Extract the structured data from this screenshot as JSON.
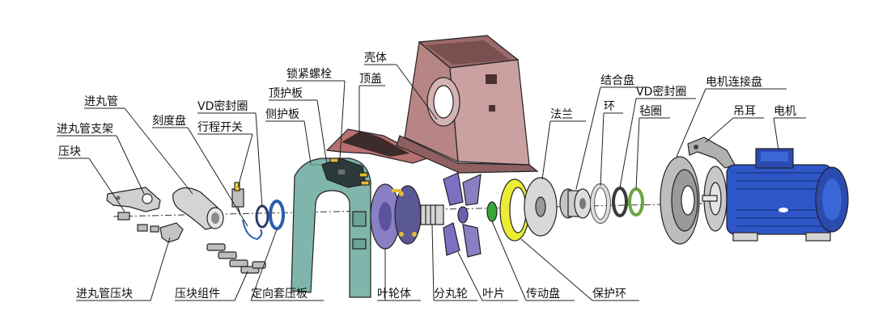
{
  "labels": {
    "jinwanguan": "进丸管",
    "jinwanguan_zhijia": "进丸管支架",
    "yakuai": "压块",
    "kedupan": "刻度盘",
    "vd_mifengquan_left": "VD密封圈",
    "xingcheng_kaiguan": "行程开关",
    "ding_huban": "顶护板",
    "ce_huban": "侧护板",
    "suojin_luoshuan": "锁紧螺栓",
    "dinggai": "顶盖",
    "keti": "壳体",
    "falan": "法兰",
    "jiehepan": "结合盘",
    "huan": "环",
    "vd_mifengquan_right": "VD密封圈",
    "maoquan": "毡圈",
    "dianji_lianjiepan": "电机连接盘",
    "diaoer": "吊耳",
    "dianji": "电机",
    "jinwanguan_yakuai": "进丸管压块",
    "yakuai_zujian": "压块组件",
    "dingxiangtao_yaban": "定向套压板",
    "yelunti": "叶轮体",
    "fenwanlun": "分丸轮",
    "yepian": "叶片",
    "chuandongpan": "传动盘",
    "baohuhuan": "保护环"
  },
  "colors": {
    "housing": "#c89a9a",
    "side_guard": "#7fb5aa",
    "motor": "#2e56c8",
    "impeller": "#8b7fc4",
    "yellow_ring": "#ecec36",
    "green_ring": "#38a83a",
    "gray_part": "#c9c9c9",
    "top_plate": "#b87070"
  },
  "icons": [
    "bolt-icon",
    "switch-icon",
    "gear-icon"
  ]
}
